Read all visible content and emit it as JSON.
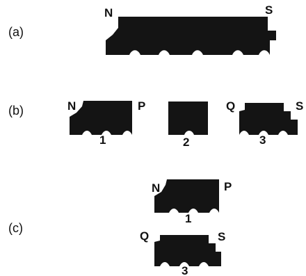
{
  "colors": {
    "magnet": "#141414",
    "background": "#ffffff",
    "text": "#111111"
  },
  "panels": {
    "a": {
      "label": "(a)",
      "poles": {
        "left": "N",
        "right": "S"
      }
    },
    "b": {
      "label": "(b)",
      "piece1": {
        "poles": {
          "left": "N",
          "right": "P"
        },
        "number": "1"
      },
      "piece2": {
        "number": "2"
      },
      "piece3": {
        "poles": {
          "left": "Q",
          "right": "S"
        },
        "number": "3"
      }
    },
    "c": {
      "label": "(c)",
      "piece1": {
        "poles": {
          "left": "N",
          "right": "P"
        },
        "number": "1"
      },
      "piece3": {
        "poles": {
          "left": "Q",
          "right": "S"
        },
        "number": "3"
      }
    }
  }
}
